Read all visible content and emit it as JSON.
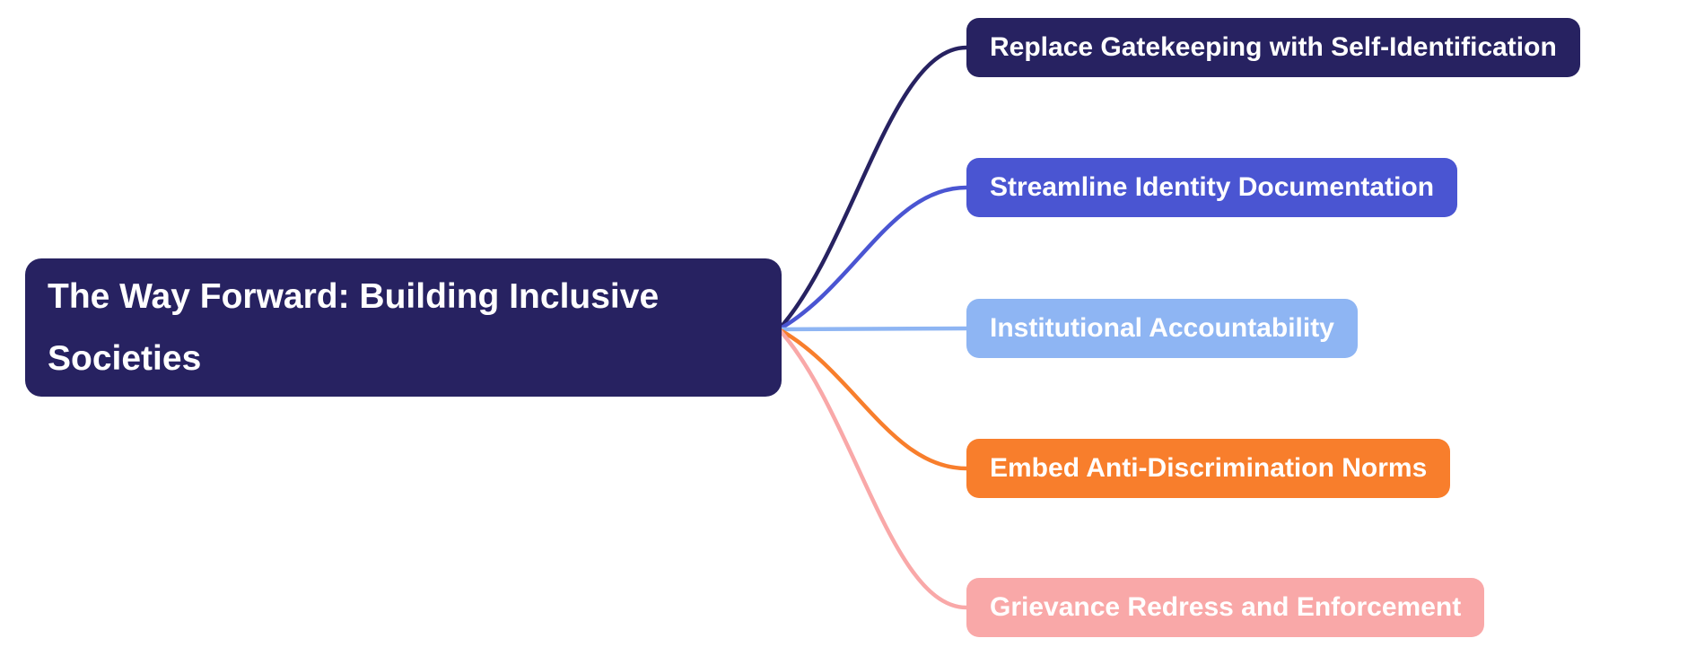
{
  "diagram": {
    "type": "mindmap",
    "background_color": "#ffffff",
    "label_text_color": "#ffffff",
    "root": {
      "label": "The Way Forward: Building Inclusive Societies",
      "fill_color": "#272261"
    },
    "branches": [
      {
        "label": "Replace Gatekeeping with Self-Identification",
        "fill_color": "#272261",
        "line_color": "#272261"
      },
      {
        "label": "Streamline Identity Documentation",
        "fill_color": "#4A55D2",
        "line_color": "#4A55D2"
      },
      {
        "label": "Institutional Accountability",
        "fill_color": "#8EB5F3",
        "line_color": "#8EB5F3"
      },
      {
        "label": "Embed Anti-Discrimination Norms",
        "fill_color": "#F87E2C",
        "line_color": "#F87E2C"
      },
      {
        "label": "Grievance Redress and Enforcement",
        "fill_color": "#F9A8A8",
        "line_color": "#F9A8A8"
      }
    ]
  }
}
